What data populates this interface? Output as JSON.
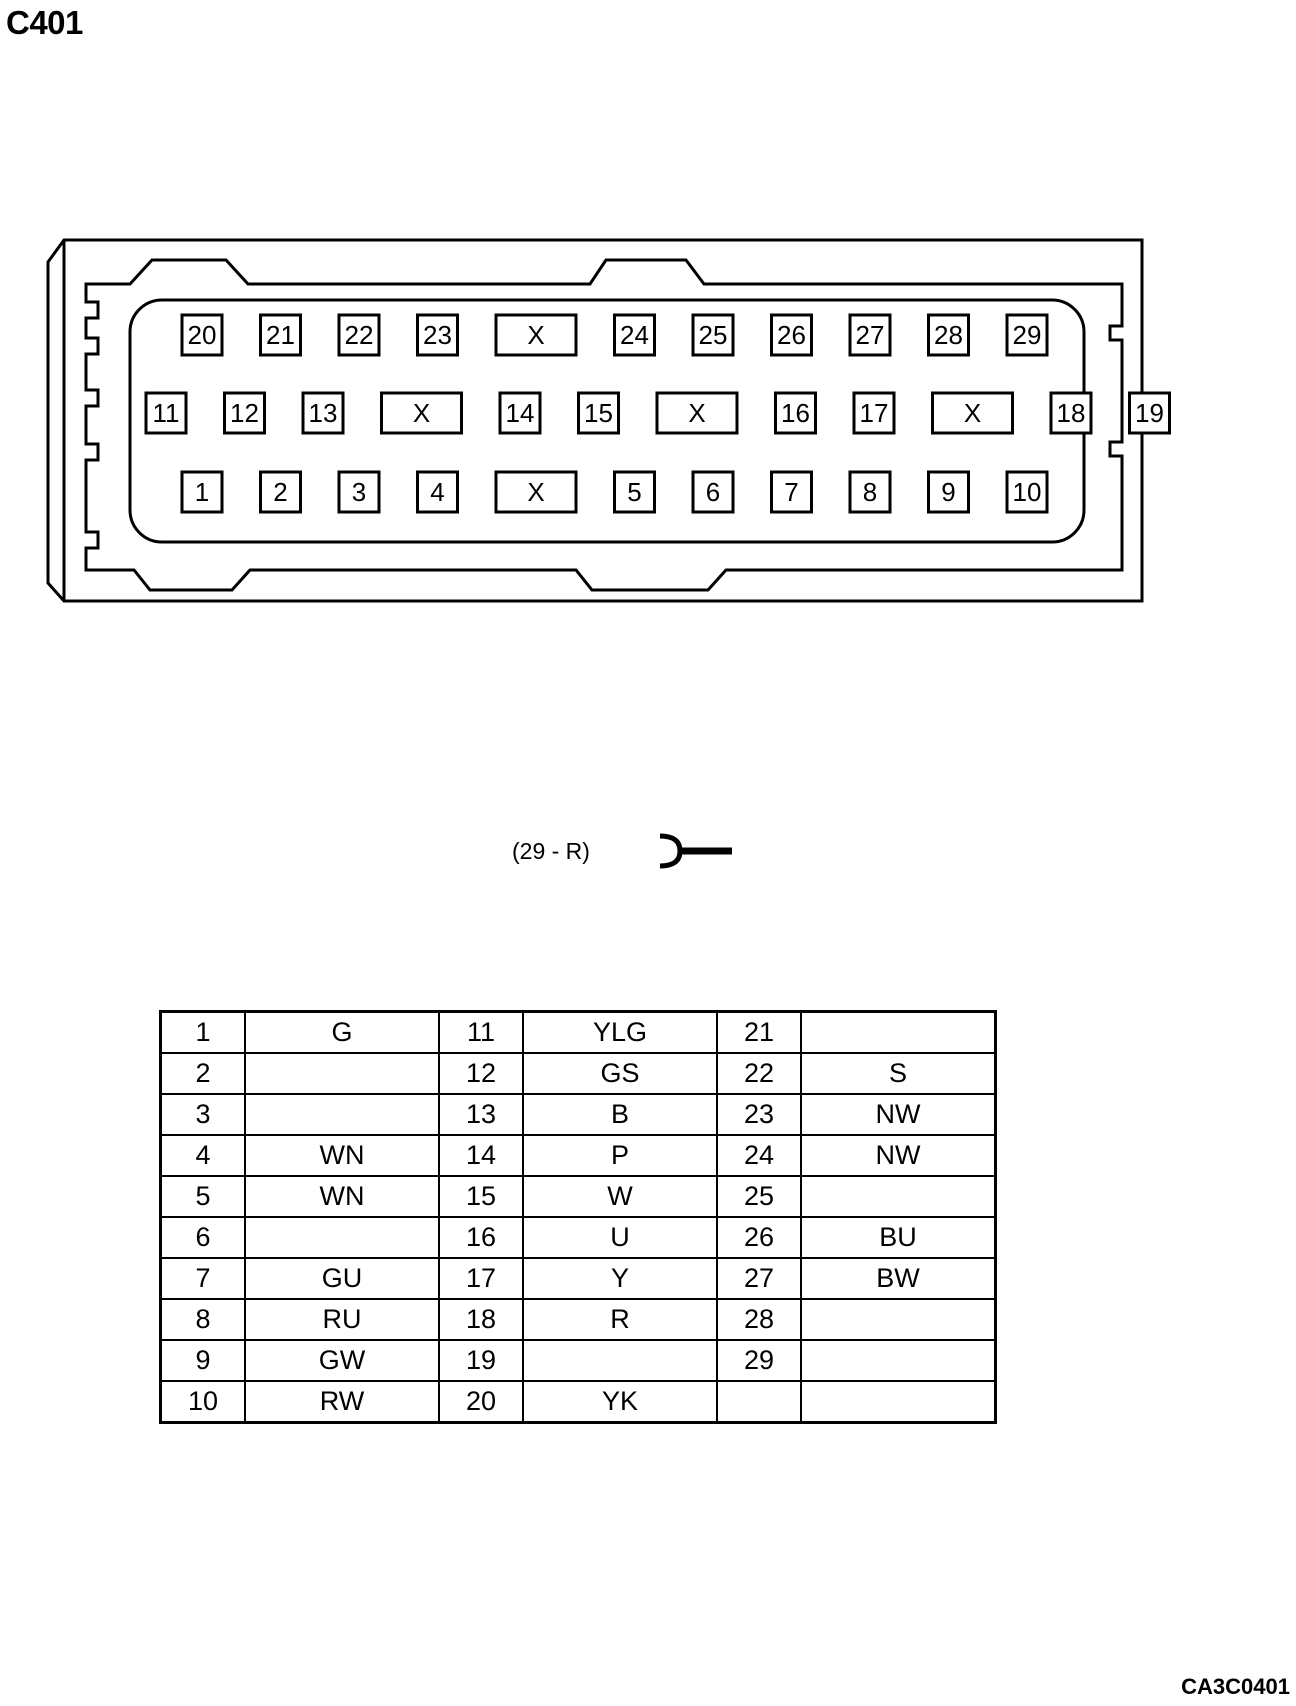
{
  "title": "C401",
  "figure_code": "CA3C0401",
  "connector": {
    "rows": [
      [
        "20",
        "21",
        "22",
        "23",
        "X",
        "24",
        "25",
        "26",
        "27",
        "28",
        "29"
      ],
      [
        "11",
        "12",
        "13",
        "X",
        "14",
        "15",
        "X",
        "16",
        "17",
        "X",
        "18",
        "19"
      ],
      [
        "1",
        "2",
        "3",
        "4",
        "X",
        "5",
        "6",
        "7",
        "8",
        "9",
        "10"
      ]
    ]
  },
  "key_note": "(29 - R)",
  "pin_table": [
    [
      {
        "pin": "1",
        "color": "G"
      },
      {
        "pin": "11",
        "color": "YLG"
      },
      {
        "pin": "21",
        "color": ""
      }
    ],
    [
      {
        "pin": "2",
        "color": ""
      },
      {
        "pin": "12",
        "color": "GS"
      },
      {
        "pin": "22",
        "color": "S"
      }
    ],
    [
      {
        "pin": "3",
        "color": ""
      },
      {
        "pin": "13",
        "color": "B"
      },
      {
        "pin": "23",
        "color": "NW"
      }
    ],
    [
      {
        "pin": "4",
        "color": "WN"
      },
      {
        "pin": "14",
        "color": "P"
      },
      {
        "pin": "24",
        "color": "NW"
      }
    ],
    [
      {
        "pin": "5",
        "color": "WN"
      },
      {
        "pin": "15",
        "color": "W"
      },
      {
        "pin": "25",
        "color": ""
      }
    ],
    [
      {
        "pin": "6",
        "color": ""
      },
      {
        "pin": "16",
        "color": "U"
      },
      {
        "pin": "26",
        "color": "BU"
      }
    ],
    [
      {
        "pin": "7",
        "color": "GU"
      },
      {
        "pin": "17",
        "color": "Y"
      },
      {
        "pin": "27",
        "color": "BW"
      }
    ],
    [
      {
        "pin": "8",
        "color": "RU"
      },
      {
        "pin": "18",
        "color": "R"
      },
      {
        "pin": "28",
        "color": ""
      }
    ],
    [
      {
        "pin": "9",
        "color": "GW"
      },
      {
        "pin": "19",
        "color": ""
      },
      {
        "pin": "29",
        "color": ""
      }
    ],
    [
      {
        "pin": "10",
        "color": "RW"
      },
      {
        "pin": "20",
        "color": "YK"
      },
      {
        "pin": "",
        "color": ""
      }
    ]
  ]
}
